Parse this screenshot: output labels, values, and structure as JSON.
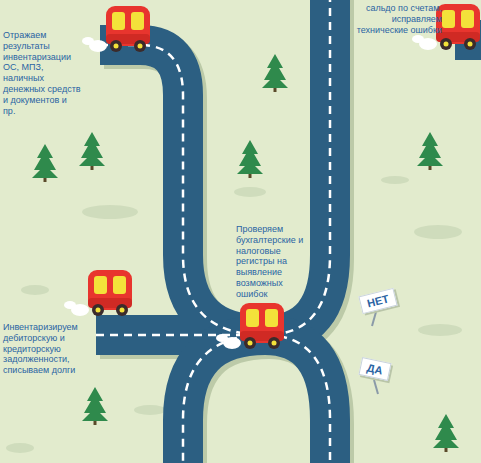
{
  "diagram": {
    "nodes": [
      {
        "text": [
          "НЕТ"
        ]
      },
      {
        "text": [
          "ДА"
        ]
      }
    ],
    "labels": [
      "Отражаем результаты инвентаризации ОС, МПЗ, наличных денежных средств и документов и пр.",
      "сальдо по счетам, исправляем технические ошибки",
      "Проверяем бухгалтерские и налоговые регистры на выявление возможных ошибок",
      "Инвентаризируем дебиторскую и кредиторскую задолженности, списываем долги"
    ]
  }
}
